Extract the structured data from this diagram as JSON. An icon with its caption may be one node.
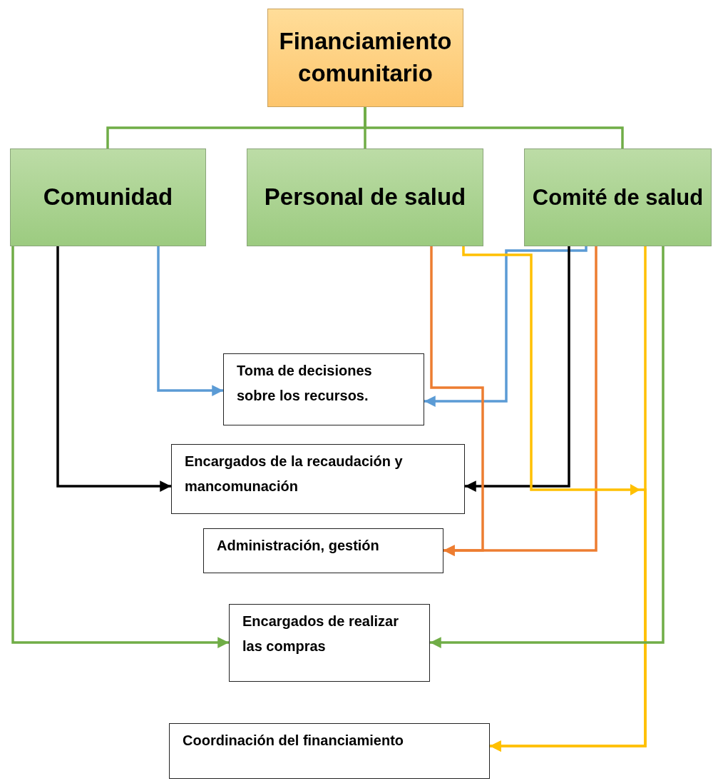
{
  "diagram": {
    "nodes": [
      {
        "text": [
          "Financiamiento comunitario"
        ]
      },
      {
        "text": [
          "Comunidad"
        ]
      },
      {
        "text": [
          "Personal de salud"
        ]
      },
      {
        "text": [
          "Comité de salud"
        ]
      },
      {
        "text": [
          "Toma de decisiones sobre los recursos."
        ]
      },
      {
        "text": [
          "Encargados de la recaudación y mancomunación"
        ]
      },
      {
        "text": [
          "Administración, gestión"
        ]
      },
      {
        "text": [
          "Encargados de realizar las compras"
        ]
      },
      {
        "text": [
          "Coordinación del financiamiento"
        ]
      }
    ],
    "edges": [
      {
        "from": 0,
        "to": 1,
        "arrow": "none"
      },
      {
        "from": 0,
        "to": 2,
        "arrow": "none"
      },
      {
        "from": 0,
        "to": 3,
        "arrow": "none"
      },
      {
        "from": 1,
        "to": 4,
        "arrow": "to",
        "color": "#5b9bd5"
      },
      {
        "from": 1,
        "to": 5,
        "arrow": "to",
        "color": "#000000"
      },
      {
        "from": 1,
        "to": 7,
        "arrow": "to"
      },
      {
        "from": 3,
        "to": 4,
        "arrow": "to",
        "color": "#5b9bd5"
      },
      {
        "from": 3,
        "to": 5,
        "arrow": "to",
        "color": "#000000"
      },
      {
        "from": 2,
        "to": 6,
        "arrow": "to",
        "color": "#ed7d31"
      },
      {
        "from": 3,
        "to": 6,
        "arrow": "to",
        "color": "#ed7d31"
      },
      {
        "from": 2,
        "to": 8,
        "arrow": "to",
        "color": "#ffc000"
      },
      {
        "from": 3,
        "to": 8,
        "arrow": "to",
        "color": "#ffc000"
      },
      {
        "from": 3,
        "to": 7,
        "arrow": "to"
      }
    ]
  }
}
